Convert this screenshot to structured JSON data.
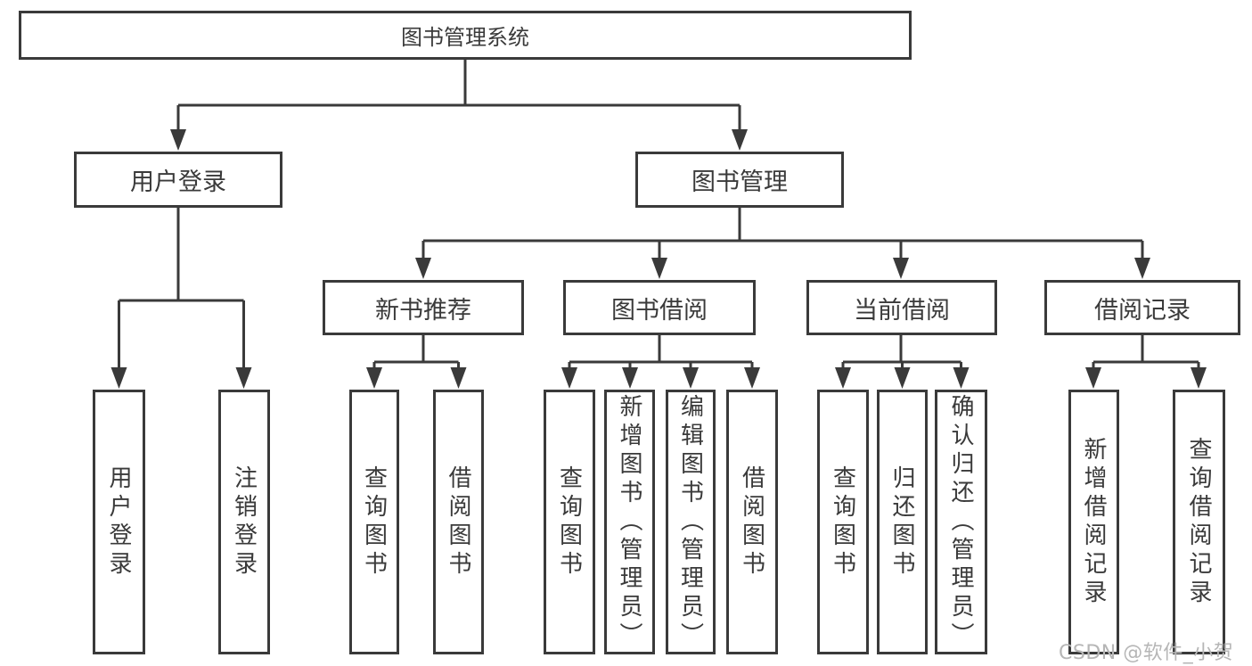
{
  "diagram": {
    "root": {
      "label": "图书管理系统"
    },
    "level2": [
      {
        "label": "用户登录"
      },
      {
        "label": "图书管理"
      }
    ],
    "level3": [
      {
        "label": "新书推荐"
      },
      {
        "label": "图书借阅"
      },
      {
        "label": "当前借阅"
      },
      {
        "label": "借阅记录"
      }
    ],
    "leaves": {
      "user": [
        "用户登录",
        "注销登录"
      ],
      "recommend": [
        "查询图书",
        "借阅图书"
      ],
      "borrow": [
        "查询图书",
        "新增图书（管理员）",
        "编辑图书（管理员）",
        "借阅图书"
      ],
      "current": [
        "查询图书",
        "归还图书",
        "确认归还（管理员）"
      ],
      "records": [
        "新增借阅记录",
        "查询借阅记录"
      ]
    }
  },
  "watermark": {
    "text": "CSDN @软件_小贺同学"
  },
  "colors": {
    "line": "#3a3a3a",
    "text": "#3a3a3a",
    "box_background": "#ffffff",
    "watermark": "#b6b6b6",
    "page_background": "#ffffff"
  }
}
